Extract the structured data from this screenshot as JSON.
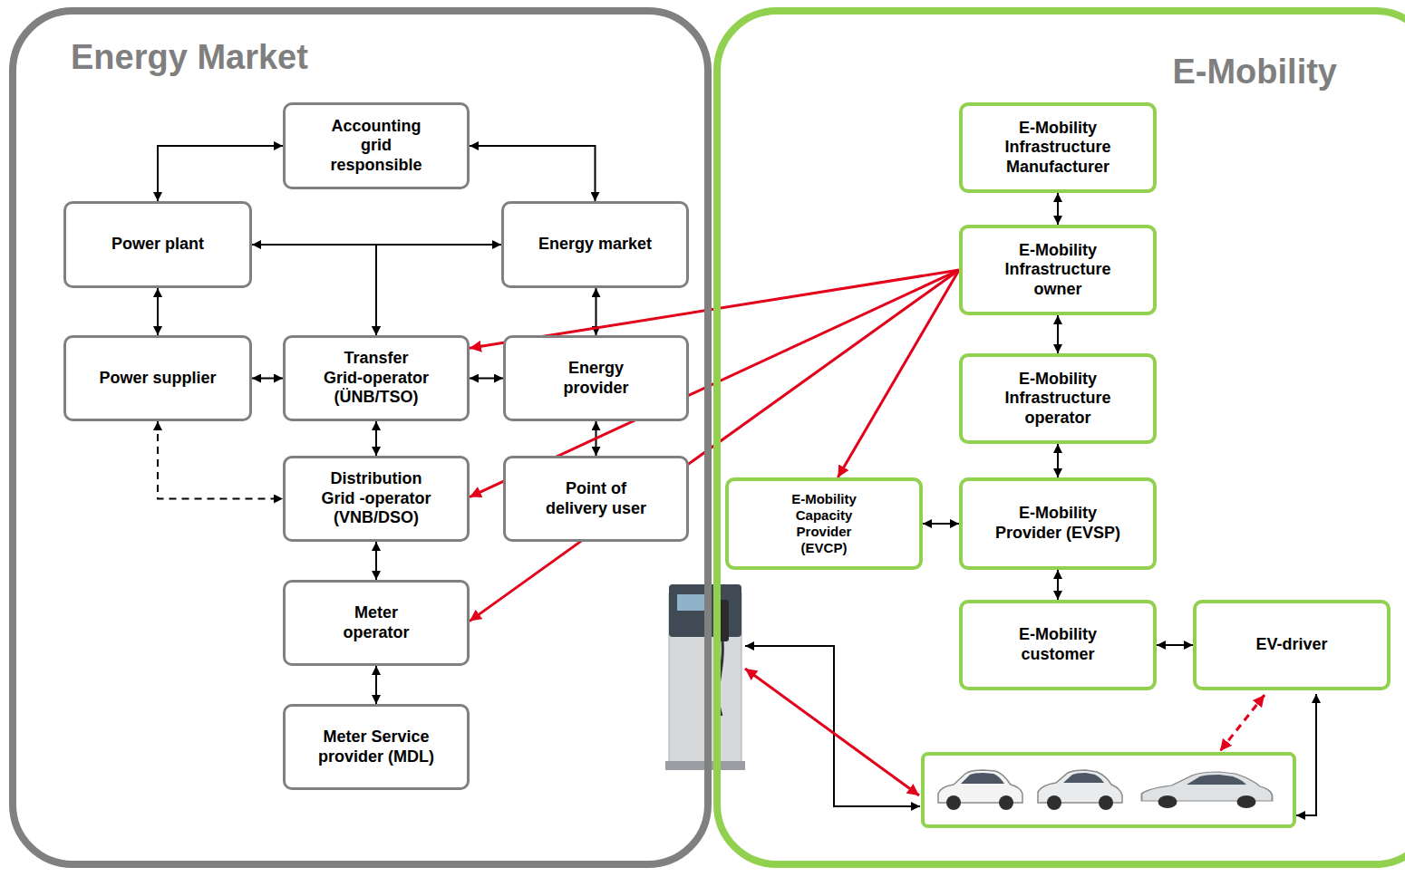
{
  "diagram": {
    "nodes": [
      {
        "text": [
          "Energy Market"
        ]
      },
      {
        "text": [
          "Accounting grid responsible"
        ],
        "in": 0
      },
      {
        "text": [
          "Power plant"
        ],
        "in": 0
      },
      {
        "text": [
          "Energy market"
        ],
        "in": 0
      },
      {
        "text": [
          "Power supplier"
        ],
        "in": 0
      },
      {
        "text": [
          "Transfer Grid-operator (ÜNB/TSO)"
        ],
        "in": 0
      },
      {
        "text": [
          "Energy provider"
        ],
        "in": 0
      },
      {
        "text": [
          "Distribution Grid -operator (VNB/DSO)"
        ],
        "in": 0
      },
      {
        "text": [
          "Point of delivery user"
        ],
        "in": 0
      },
      {
        "text": [
          "Meter operator"
        ],
        "in": 0
      },
      {
        "text": [
          "Meter Service provider (MDL)"
        ],
        "in": 0
      },
      {
        "text": [
          "E-Mobility"
        ]
      },
      {
        "text": [
          "E-Mobility Infrastructure Manufacturer"
        ],
        "in": 11
      },
      {
        "text": [
          "E-Mobility Infrastructure owner"
        ],
        "in": 11
      },
      {
        "text": [
          "E-Mobility Infrastructure operator"
        ],
        "in": 11
      },
      {
        "text": [
          "E-Mobility Capacity Provider (EVCP)"
        ],
        "in": 11
      },
      {
        "text": [
          "E-Mobility Provider (EVSP)"
        ],
        "in": 11
      },
      {
        "text": [
          "E-Mobility customer"
        ],
        "in": 11
      },
      {
        "text": [
          "EV-driver"
        ],
        "in": 11
      }
    ],
    "edges": [
      {
        "from": 1,
        "to": 2,
        "arrow": "both"
      },
      {
        "from": 1,
        "to": 3,
        "arrow": "both"
      },
      {
        "from": 2,
        "to": 3,
        "arrow": "both"
      },
      {
        "from": 2,
        "to": 5,
        "arrow": "to"
      },
      {
        "from": 3,
        "to": 5,
        "arrow": "to"
      },
      {
        "from": 2,
        "to": 4,
        "arrow": "both"
      },
      {
        "from": 3,
        "to": 6,
        "arrow": "both"
      },
      {
        "from": 4,
        "to": 5,
        "arrow": "both"
      },
      {
        "from": 5,
        "to": 6,
        "arrow": "both"
      },
      {
        "from": 5,
        "to": 7,
        "arrow": "both"
      },
      {
        "from": 6,
        "to": 8,
        "arrow": "both"
      },
      {
        "from": 4,
        "to": 7,
        "arrow": "both"
      },
      {
        "from": 7,
        "to": 9,
        "arrow": "both"
      },
      {
        "from": 9,
        "to": 10,
        "arrow": "both"
      },
      {
        "from": 12,
        "to": 13,
        "arrow": "both"
      },
      {
        "from": 13,
        "to": 14,
        "arrow": "both"
      },
      {
        "from": 14,
        "to": 16,
        "arrow": "both"
      },
      {
        "from": 15,
        "to": 16,
        "arrow": "both"
      },
      {
        "from": 16,
        "to": 17,
        "arrow": "both"
      },
      {
        "from": 17,
        "to": 18,
        "arrow": "both"
      },
      {
        "from": 13,
        "to": 5,
        "arrow": "to"
      },
      {
        "from": 13,
        "to": 7,
        "arrow": "to"
      },
      {
        "from": 13,
        "to": 9,
        "arrow": "to"
      },
      {
        "from": 13,
        "to": 15,
        "arrow": "to"
      }
    ]
  }
}
